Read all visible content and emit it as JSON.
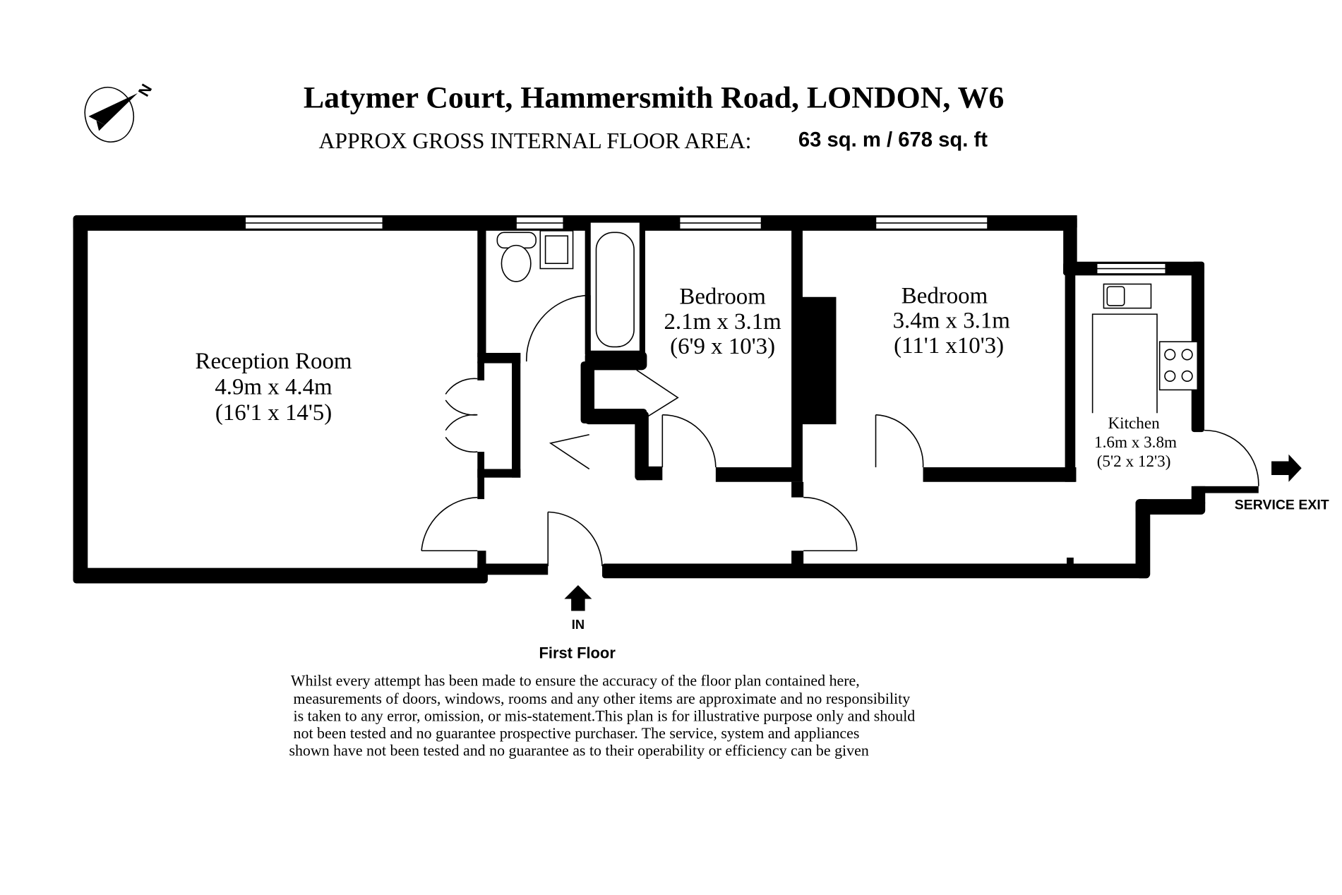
{
  "header": {
    "title": "Latymer Court, Hammersmith Road, LONDON, W6",
    "area_label": "APPROX GROSS INTERNAL FLOOR AREA:",
    "area_value": "63 sq. m / 678 sq. ft"
  },
  "compass": {
    "icon": "north-compass-icon",
    "letter": "N"
  },
  "rooms": [
    {
      "name": "Reception Room",
      "metric": "4.9m x 4.4m",
      "imperial": "(16'1 x 14'5)"
    },
    {
      "name": "Bedroom",
      "metric": "2.1m x 3.1m",
      "imperial": "(6'9 x 10'3)"
    },
    {
      "name": "Bedroom",
      "metric": "3.4m x 3.1m",
      "imperial": "(11'1 x10'3)"
    },
    {
      "name": "Kitchen",
      "metric": "1.6m x 3.8m",
      "imperial": "(5'2 x 12'3)"
    }
  ],
  "markers": {
    "entry": "IN",
    "service_exit": "SERVICE EXIT"
  },
  "floor_label": "First Floor",
  "disclaimer": [
    "Whilst every attempt has been made to ensure the accuracy of the floor plan contained here,",
    "measurements of doors, windows, rooms and any other items are approximate and no responsibility",
    "is taken to any error, omission, or mis-statement.This plan is for illustrative purpose only and should",
    "not been tested and no guarantee prospective purchaser. The service, system and appliances",
    "shown have not been tested and no guarantee as to their operability or efficiency can be given"
  ]
}
